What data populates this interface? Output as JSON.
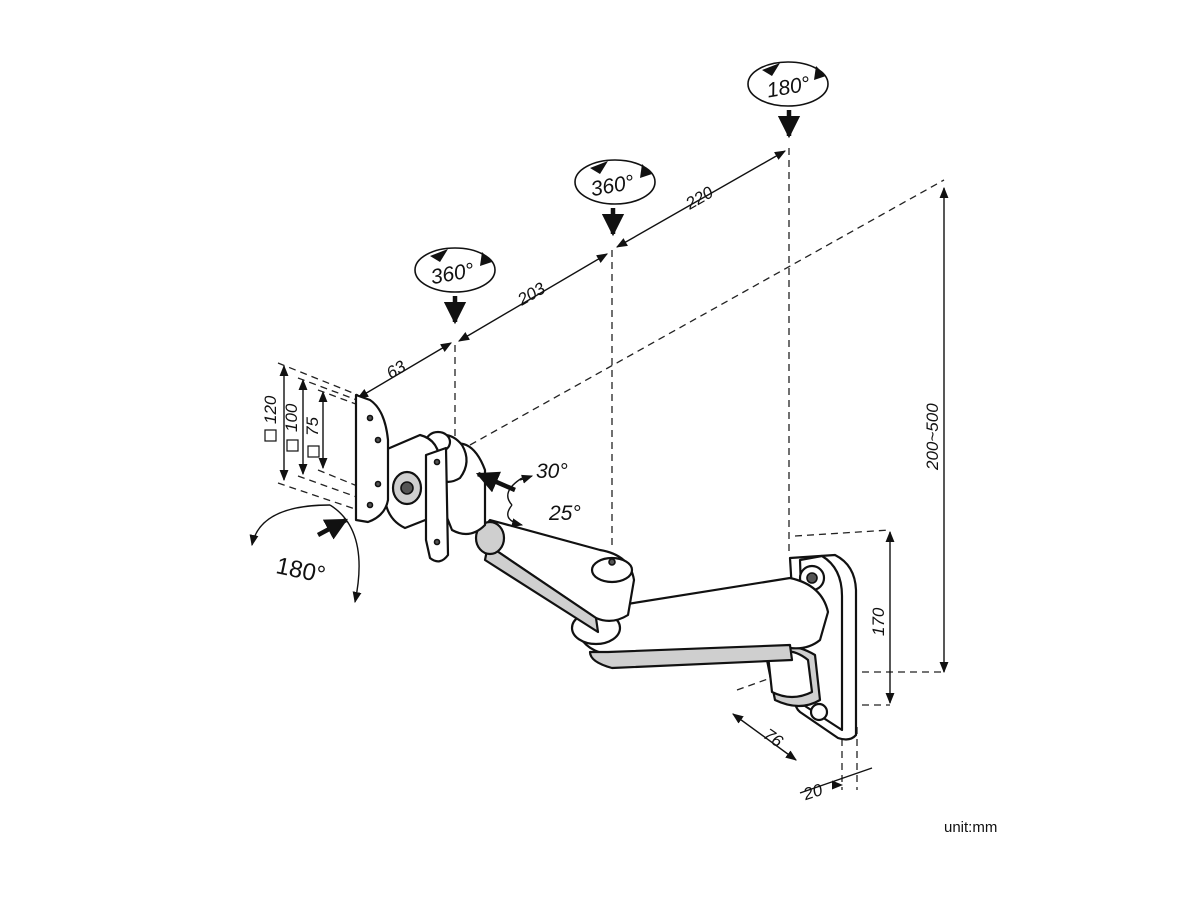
{
  "rotations": {
    "head_pivot": "360°",
    "arm_pivot": "360°",
    "wall_pivot": "180°",
    "swivel": "180°",
    "tilt_up": "30°",
    "tilt_down": "25°"
  },
  "dimensions": {
    "head_offset": "63",
    "arm_1": "203",
    "arm_2": "220",
    "height_range": "200~500",
    "wall_plate_height": "170",
    "wall_plate_width": "76",
    "wall_plate_depth": "20",
    "vesa_120": "120",
    "vesa_100": "100",
    "vesa_75": "75"
  },
  "unit_label": "unit:mm"
}
